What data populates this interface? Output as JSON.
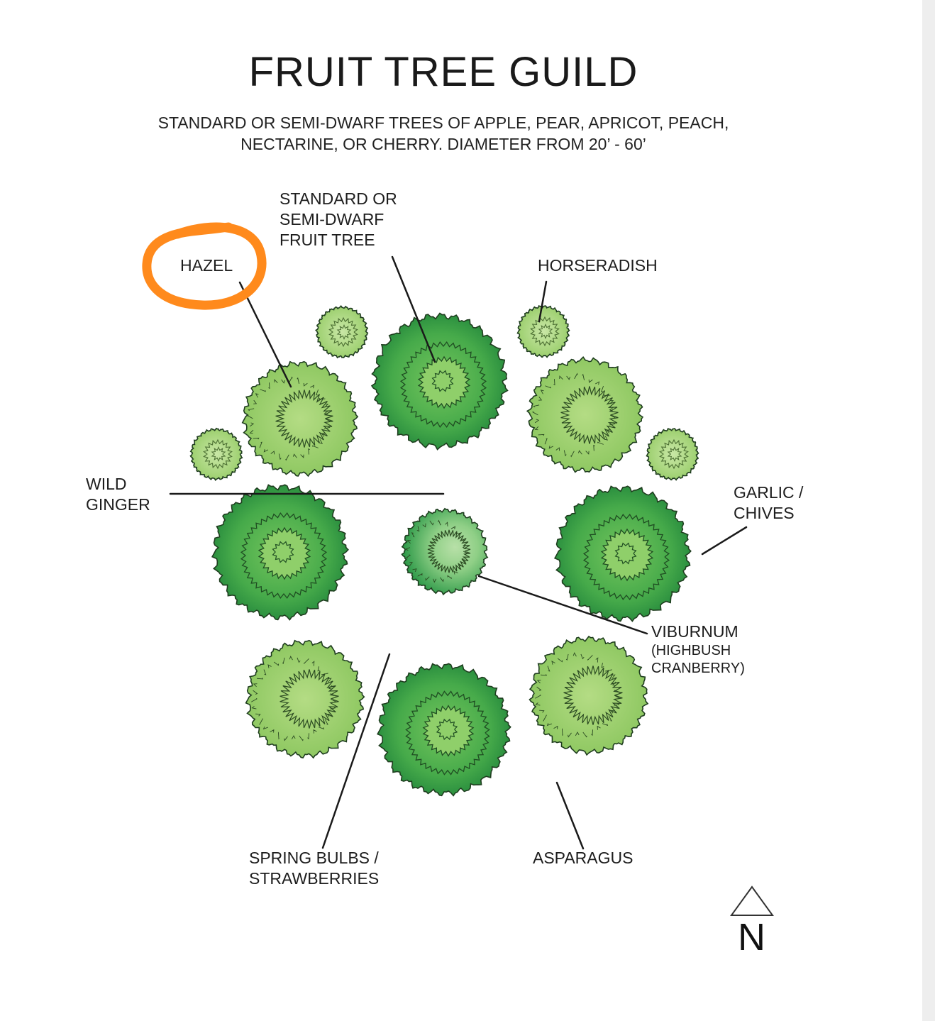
{
  "title": "FRUIT TREE GUILD",
  "subtitle": {
    "line1": "STANDARD OR SEMI-DWARF TREES OF APPLE, PEAR, APRICOT, PEACH,",
    "line2": "NECTARINE, OR CHERRY.  DIAMETER FROM 20’ - 60’"
  },
  "labels": {
    "fruit_tree": [
      "STANDARD OR",
      "SEMI-DWARF",
      "FRUIT TREE"
    ],
    "hazel": "HAZEL",
    "horseradish": "HORSERADISH",
    "wild_ginger": [
      "WILD",
      "GINGER"
    ],
    "garlic_chives": [
      "GARLIC /",
      "CHIVES"
    ],
    "viburnum": [
      "VIBURNUM",
      "(HIGHBUSH",
      "CRANBERRY)"
    ],
    "spring_bulbs": [
      "SPRING BULBS /",
      "STRAWBERRIES"
    ],
    "asparagus": "ASPARAGUS"
  },
  "north": "N",
  "colors": {
    "dark_green": "#2e9a44",
    "mid_green": "#58b54f",
    "light_green": "#9fd268",
    "pale_green": "#bfe29a",
    "highlight_circle": "#ff8a1c",
    "line": "#1a1a1a"
  }
}
